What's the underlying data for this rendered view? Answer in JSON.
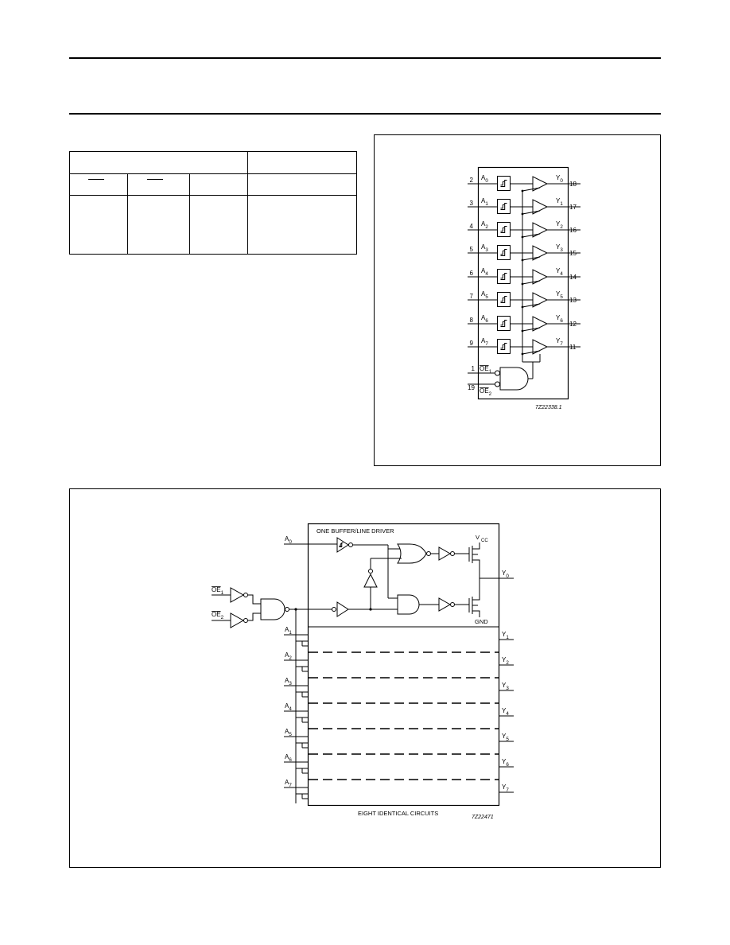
{
  "logic_symbol": {
    "inputs": [
      {
        "pin": "2",
        "name": "A",
        "sub": "0"
      },
      {
        "pin": "3",
        "name": "A",
        "sub": "1"
      },
      {
        "pin": "4",
        "name": "A",
        "sub": "2"
      },
      {
        "pin": "5",
        "name": "A",
        "sub": "3"
      },
      {
        "pin": "6",
        "name": "A",
        "sub": "4"
      },
      {
        "pin": "7",
        "name": "A",
        "sub": "5"
      },
      {
        "pin": "8",
        "name": "A",
        "sub": "6"
      },
      {
        "pin": "9",
        "name": "A",
        "sub": "7"
      }
    ],
    "outputs": [
      {
        "pin": "18",
        "name": "Y",
        "sub": "0"
      },
      {
        "pin": "17",
        "name": "Y",
        "sub": "1"
      },
      {
        "pin": "16",
        "name": "Y",
        "sub": "2"
      },
      {
        "pin": "15",
        "name": "Y",
        "sub": "3"
      },
      {
        "pin": "14",
        "name": "Y",
        "sub": "4"
      },
      {
        "pin": "13",
        "name": "Y",
        "sub": "5"
      },
      {
        "pin": "12",
        "name": "Y",
        "sub": "6"
      },
      {
        "pin": "11",
        "name": "Y",
        "sub": "7"
      }
    ],
    "enables": [
      {
        "pin": "1",
        "name": "OE",
        "sub": "1"
      },
      {
        "pin": "19",
        "name": "OE",
        "sub": "2"
      }
    ],
    "figure_code": "7Z22338.1"
  },
  "logic_diagram": {
    "title": "ONE BUFFER/LINE DRIVER",
    "footer": "EIGHT IDENTICAL CIRCUITS",
    "figure_code": "7Z22471",
    "vcc": "V",
    "vcc_sub": "CC",
    "gnd": "GND",
    "enable_labels": [
      {
        "name": "OE",
        "sub": "1"
      },
      {
        "name": "OE",
        "sub": "2"
      }
    ],
    "a_labels": [
      {
        "name": "A",
        "sub": "0"
      },
      {
        "name": "A",
        "sub": "1"
      },
      {
        "name": "A",
        "sub": "2"
      },
      {
        "name": "A",
        "sub": "3"
      },
      {
        "name": "A",
        "sub": "4"
      },
      {
        "name": "A",
        "sub": "5"
      },
      {
        "name": "A",
        "sub": "6"
      },
      {
        "name": "A",
        "sub": "7"
      }
    ],
    "y_labels": [
      {
        "name": "Y",
        "sub": "0"
      },
      {
        "name": "Y",
        "sub": "1"
      },
      {
        "name": "Y",
        "sub": "2"
      },
      {
        "name": "Y",
        "sub": "3"
      },
      {
        "name": "Y",
        "sub": "4"
      },
      {
        "name": "Y",
        "sub": "5"
      },
      {
        "name": "Y",
        "sub": "6"
      },
      {
        "name": "Y",
        "sub": "7"
      }
    ]
  }
}
